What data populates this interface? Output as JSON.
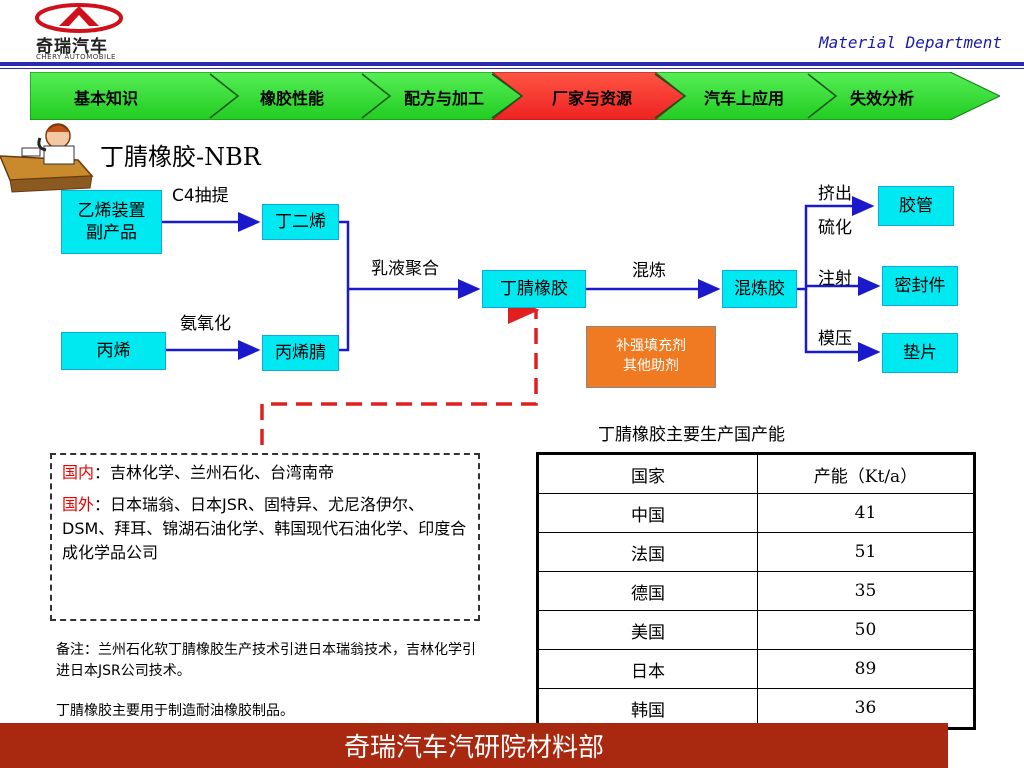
{
  "header": {
    "logo_text": "奇瑞汽车",
    "logo_sub": "CHERY AUTOMOBILE",
    "department": "Material Department"
  },
  "nav": {
    "items": [
      {
        "label": "基本知识"
      },
      {
        "label": "橡胶性能"
      },
      {
        "label": "配方与加工"
      },
      {
        "label": "厂家与资源"
      },
      {
        "label": "汽车上应用"
      },
      {
        "label": "失效分析"
      }
    ],
    "active_index": 3,
    "colors": {
      "normal": "#33dd33",
      "active": "#ff3333"
    }
  },
  "title": "丁腈橡胶-NBR",
  "flow": {
    "boxes": {
      "ethylene": "乙烯装置\n副产品",
      "butadiene": "丁二烯",
      "propylene": "丙烯",
      "acrylonitrile": "丙烯腈",
      "nbr": "丁腈橡胶",
      "compound": "混炼胶",
      "additives": "补强填充剂\n其他助剂",
      "hose": "胶管",
      "seal": "密封件",
      "gasket": "垫片"
    },
    "labels": {
      "c4": "C4抽提",
      "ammoxidation": "氨氧化",
      "emulsion": "乳液聚合",
      "mixing": "混炼",
      "extrude": "挤出",
      "vulcanize": "硫化",
      "inject": "注射",
      "mold": "模压"
    }
  },
  "info": {
    "domestic_label": "国内",
    "domestic_text": "：吉林化学、兰州石化、台湾南帝",
    "foreign_label": "国外",
    "foreign_text": "：日本瑞翁、日本JSR、固特异、尤尼洛伊尔、DSM、拜耳、锦湖石油化学、韩国现代石油化学、印度合成化学品公司"
  },
  "notes": {
    "note1": "备注：兰州石化软丁腈橡胶生产技术引进日本瑞翁技术，吉林化学引进日本JSR公司技术。",
    "note2": "丁腈橡胶主要用于制造耐油橡胶制品。"
  },
  "table": {
    "caption": "丁腈橡胶主要生产国产能",
    "headers": [
      "国家",
      "产能（Kt/a）"
    ],
    "rows": [
      [
        "中国",
        "41"
      ],
      [
        "法国",
        "51"
      ],
      [
        "德国",
        "35"
      ],
      [
        "美国",
        "50"
      ],
      [
        "日本",
        "89"
      ],
      [
        "韩国",
        "36"
      ]
    ]
  },
  "footer": "奇瑞汽车汽研院材料部"
}
